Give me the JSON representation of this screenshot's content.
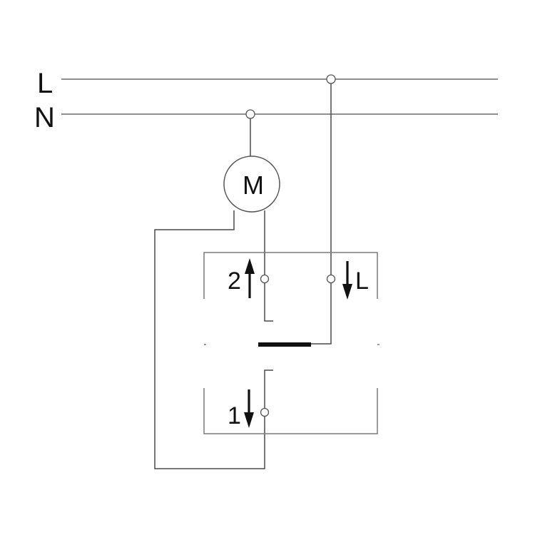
{
  "bus": {
    "line_label": "L",
    "neutral_label": "N"
  },
  "motor": {
    "label": "M"
  },
  "switch": {
    "terminal_up_label": "2",
    "terminal_line_label": "L",
    "terminal_down_label": "1"
  },
  "colors": {
    "wire": "#4a4a4a",
    "frame": "#7a7a7a",
    "rocker": "#111111",
    "background": "#ffffff"
  },
  "icons": {
    "motor": "motor-circle-icon",
    "up_arrow": "arrow-up-icon",
    "down_arrow": "arrow-down-icon"
  }
}
